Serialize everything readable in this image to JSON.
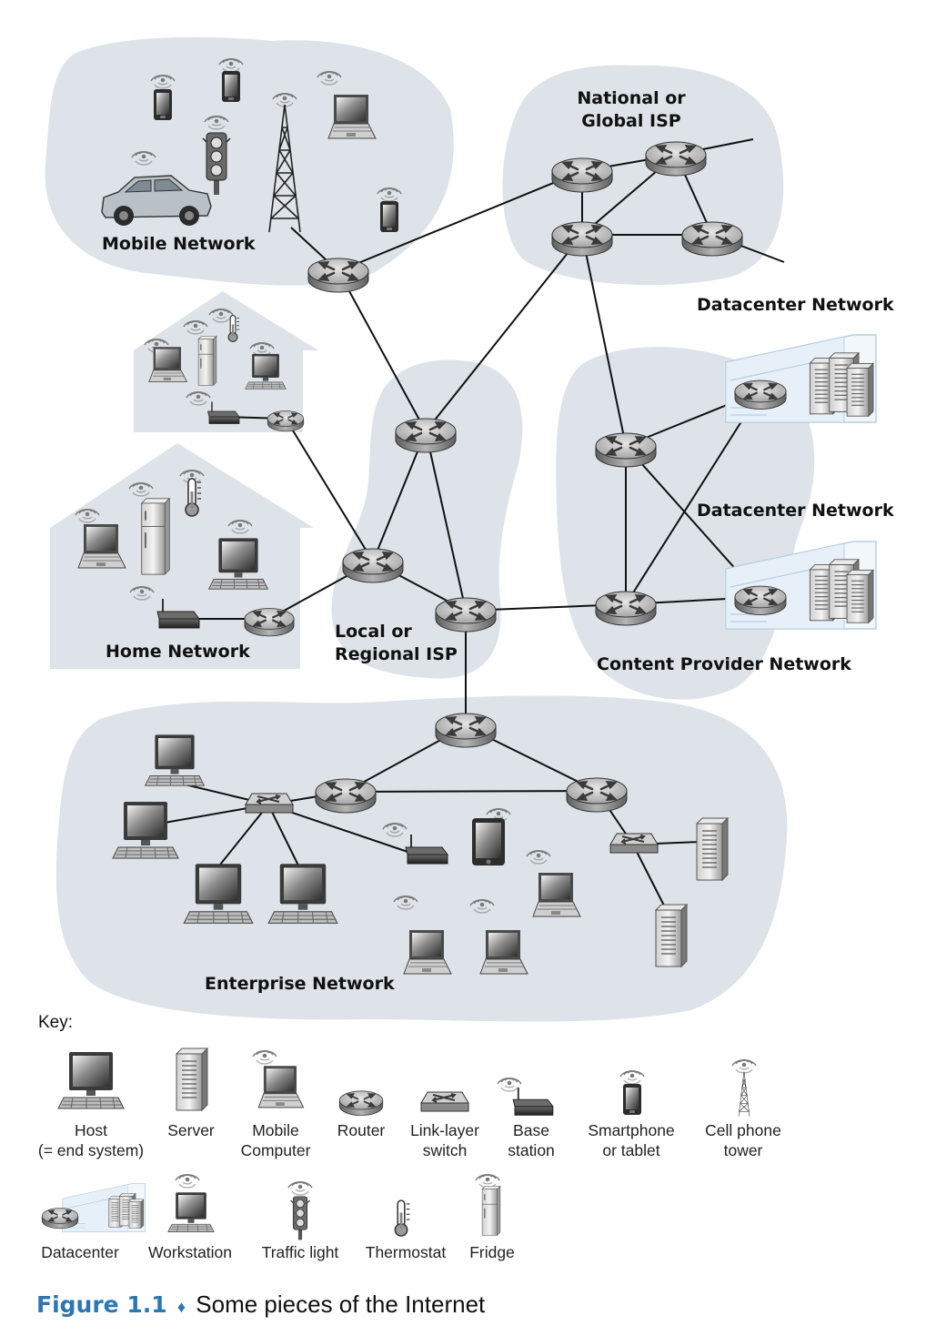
{
  "regions": {
    "mobile": "Mobile Network",
    "national_isp": [
      "National or",
      "Global ISP"
    ],
    "datacenter1": "Datacenter Network",
    "datacenter2": "Datacenter Network",
    "home": "Home Network",
    "local_isp": [
      "Local or",
      "Regional ISP"
    ],
    "content_provider": "Content Provider Network",
    "enterprise": "Enterprise Network"
  },
  "key": {
    "title": "Key:",
    "items": [
      {
        "icon": "host-icon",
        "label": [
          "Host",
          "(= end system)"
        ]
      },
      {
        "icon": "server-icon",
        "label": [
          "Server"
        ]
      },
      {
        "icon": "mobile-computer-icon",
        "label": [
          "Mobile",
          "Computer"
        ]
      },
      {
        "icon": "router-icon",
        "label": [
          "Router"
        ]
      },
      {
        "icon": "link-layer-switch-icon",
        "label": [
          "Link-layer",
          "switch"
        ]
      },
      {
        "icon": "base-station-icon",
        "label": [
          "Base",
          "station"
        ]
      },
      {
        "icon": "smartphone-icon",
        "label": [
          "Smartphone",
          "or tablet"
        ]
      },
      {
        "icon": "cell-tower-icon",
        "label": [
          "Cell phone",
          "tower"
        ]
      },
      {
        "icon": "datacenter-icon",
        "label": [
          "Datacenter"
        ]
      },
      {
        "icon": "workstation-icon",
        "label": [
          "Workstation"
        ]
      },
      {
        "icon": "traffic-light-icon",
        "label": [
          "Traffic light"
        ]
      },
      {
        "icon": "thermostat-icon",
        "label": [
          "Thermostat"
        ]
      },
      {
        "icon": "fridge-icon",
        "label": [
          "Fridge"
        ]
      }
    ]
  },
  "caption": {
    "figure": "Figure 1.1",
    "symbol": "♦",
    "text": "Some pieces of the Internet"
  }
}
